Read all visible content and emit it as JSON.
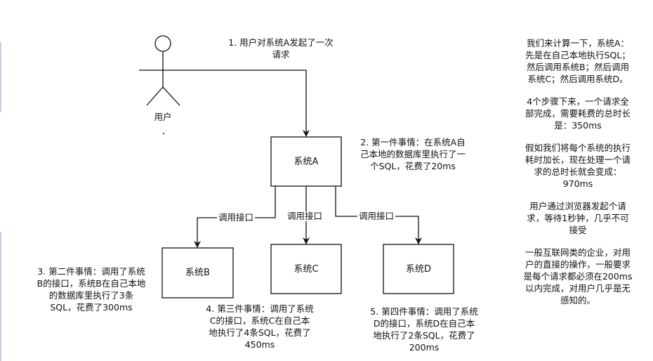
{
  "user": {
    "label": "用户"
  },
  "systems": {
    "a": {
      "label": "系统A"
    },
    "b": {
      "label": "系统B"
    },
    "c": {
      "label": "系统C"
    },
    "d": {
      "label": "系统D"
    }
  },
  "edge_label": "调用接口",
  "steps": {
    "step1": [
      "1. 用户对系统A发起了一次",
      "请求"
    ],
    "step2": [
      "2. 第一件事情：在系统A自",
      "己本地的数据库里执行了一",
      "个SQL，花费了20ms"
    ],
    "step3": [
      "3. 第二件事情：调用了系统",
      "B的接口，系统B在自己本地",
      "的数据库里执行了3条",
      "SQL，花费了300ms"
    ],
    "step4": [
      "4. 第三件事情：调用了系统",
      "C的接口，系统C在自己本",
      "地执行了4条SQL，花费了",
      "450ms"
    ],
    "step5": [
      "5. 第四件事情：调用了系统",
      "D的接口，系统D在自己本",
      "地执行了2条SQL，花费了",
      "200ms"
    ]
  },
  "notes": [
    [
      "我们来计算一下，系统A：",
      "先是在自己本地执行SQL；",
      "然后调用系统B；然后调用",
      "系统C；然后调用系统D。"
    ],
    [
      "4个步骤下来，一个请求全",
      "部完成，需要耗费的总时长",
      "是：350ms"
    ],
    [
      "假如我们将每个系统的执行",
      "耗时加长，现在处理一个请",
      "求的总时长就会变成：",
      "970ms"
    ],
    [
      "用户通过浏览器发起个请",
      "求，等待1秒钟，几乎不可",
      "接受"
    ],
    [
      "一般互联网类的企业，对用",
      "户的直接的操作，一般要求",
      "是每个请求都必须在200ms",
      "以内完成，对用户几乎是无",
      "感知的。"
    ]
  ]
}
